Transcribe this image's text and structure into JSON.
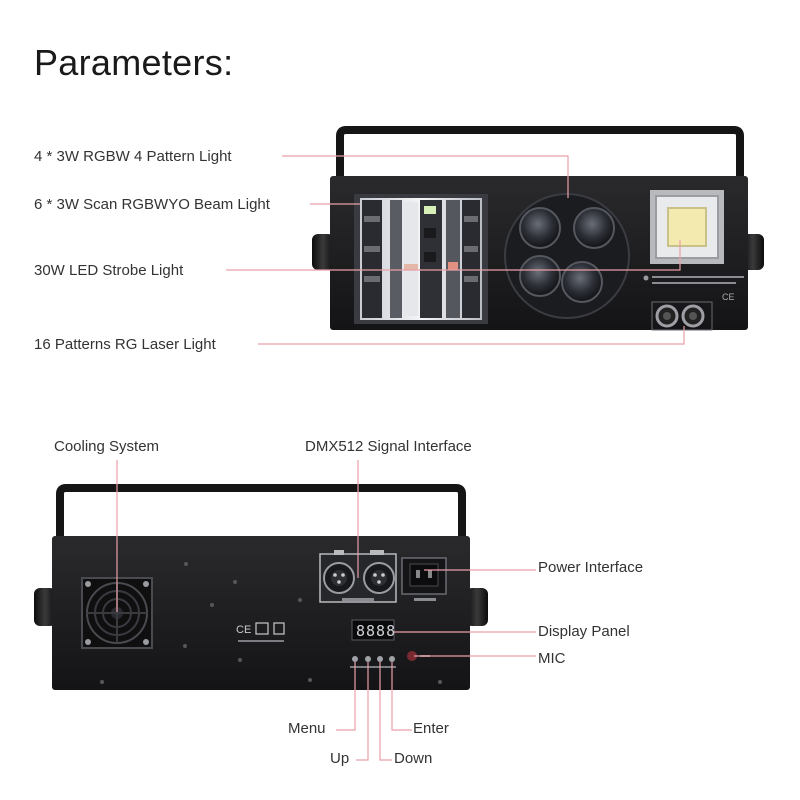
{
  "page": {
    "title": "Parameters:"
  },
  "front_view": {
    "labels": {
      "pattern_light": "4 * 3W RGBW 4 Pattern Light",
      "beam_light": "6 * 3W Scan RGBWYO Beam Light",
      "strobe_light": "30W LED Strobe Light",
      "laser_light": "16 Patterns RG Laser Light"
    }
  },
  "back_view": {
    "labels": {
      "cooling": "Cooling System",
      "dmx": "DMX512 Signal Interface",
      "power": "Power Interface",
      "display": "Display Panel",
      "mic": "MIC",
      "menu": "Menu",
      "enter": "Enter",
      "up": "Up",
      "down": "Down"
    },
    "display_readout": "8888"
  },
  "colors": {
    "leader_line": "#e8a0a8",
    "body": "#1e1e20",
    "handle": "#151515",
    "strobe_led": "#f3eab0"
  }
}
